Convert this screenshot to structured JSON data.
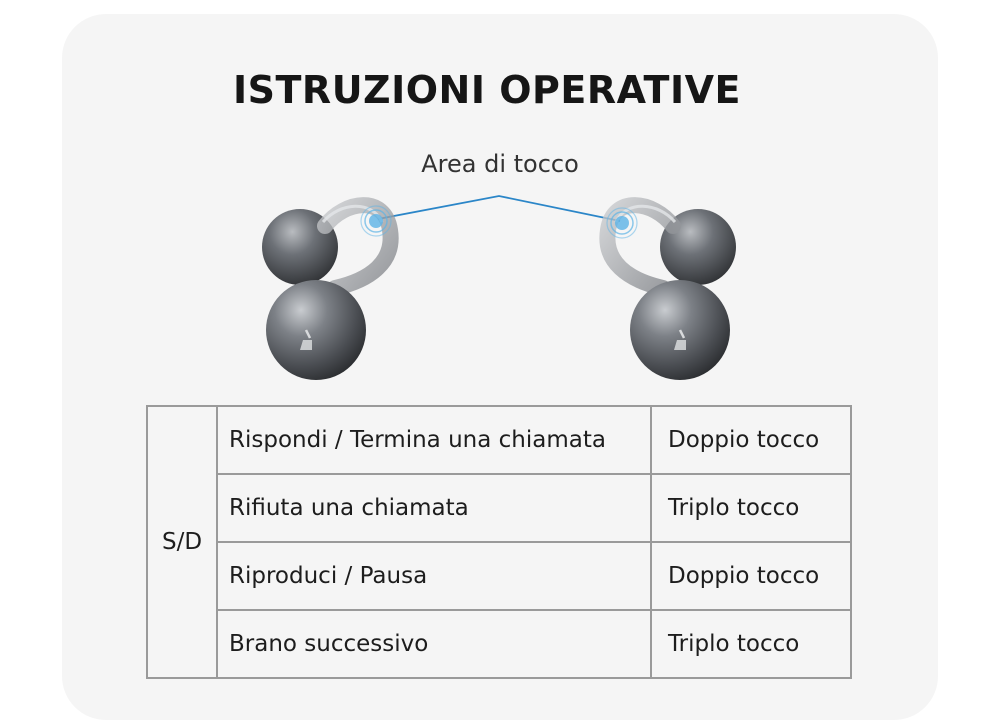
{
  "title": "ISTRUZIONI OPERATIVE",
  "touch_area_label": "Area di tocco",
  "colors": {
    "card_background": "#f5f5f5",
    "leader_line": "#2b86c8",
    "table_border": "#9a9a9a",
    "earbud_metal": "#6f7378"
  },
  "table": {
    "side_label": "S/D",
    "rows": [
      {
        "action": "Rispondi / Termina una chiamata",
        "gesture": "Doppio tocco"
      },
      {
        "action": "Rifiuta una chiamata",
        "gesture": "Triplo tocco"
      },
      {
        "action": "Riproduci / Pausa",
        "gesture": "Doppio tocco"
      },
      {
        "action": "Brano successivo",
        "gesture": "Triplo tocco"
      }
    ]
  }
}
